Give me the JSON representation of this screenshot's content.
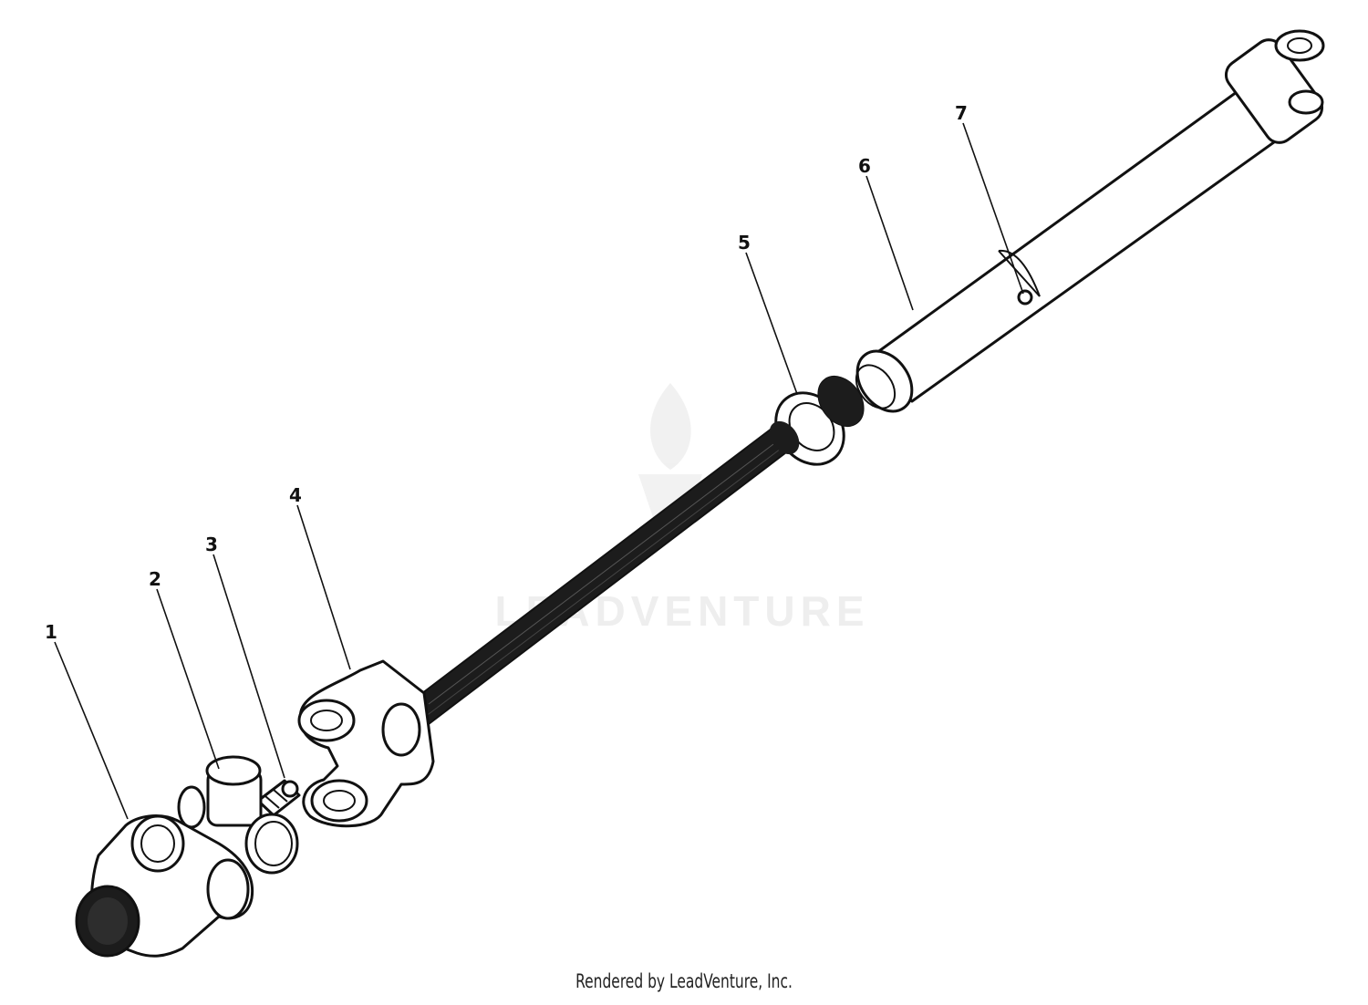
{
  "diagram": {
    "callouts": [
      {
        "id": "1",
        "label": "1"
      },
      {
        "id": "2",
        "label": "2"
      },
      {
        "id": "3",
        "label": "3"
      },
      {
        "id": "4",
        "label": "4"
      },
      {
        "id": "5",
        "label": "5"
      },
      {
        "id": "6",
        "label": "6"
      },
      {
        "id": "7",
        "label": "7"
      }
    ],
    "watermark": "LEADVENTURE",
    "footer": "Rendered by LeadVenture, Inc."
  }
}
